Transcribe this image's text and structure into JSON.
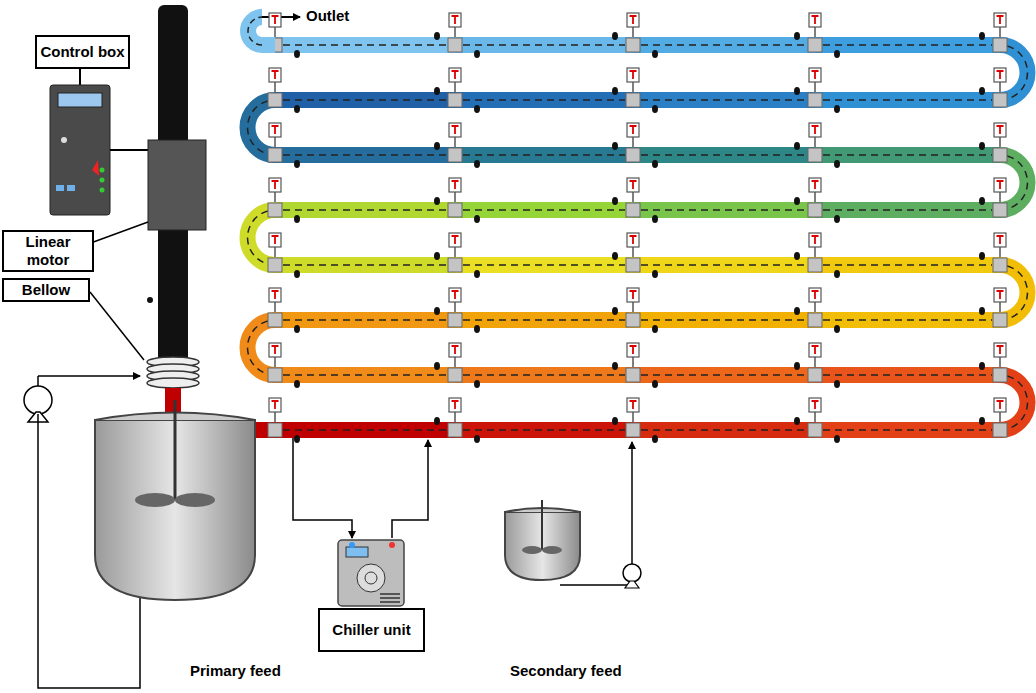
{
  "diagram": {
    "nodes": [
      {
        "text": [
          "Control box"
        ]
      },
      {
        "text": [
          "Linear motor"
        ]
      },
      {
        "text": [
          "Bellow"
        ]
      },
      {
        "text": [
          "Chiller unit"
        ]
      }
    ],
    "labels": [
      "Outlet",
      "Primary feed",
      "Secondary feed"
    ]
  }
}
